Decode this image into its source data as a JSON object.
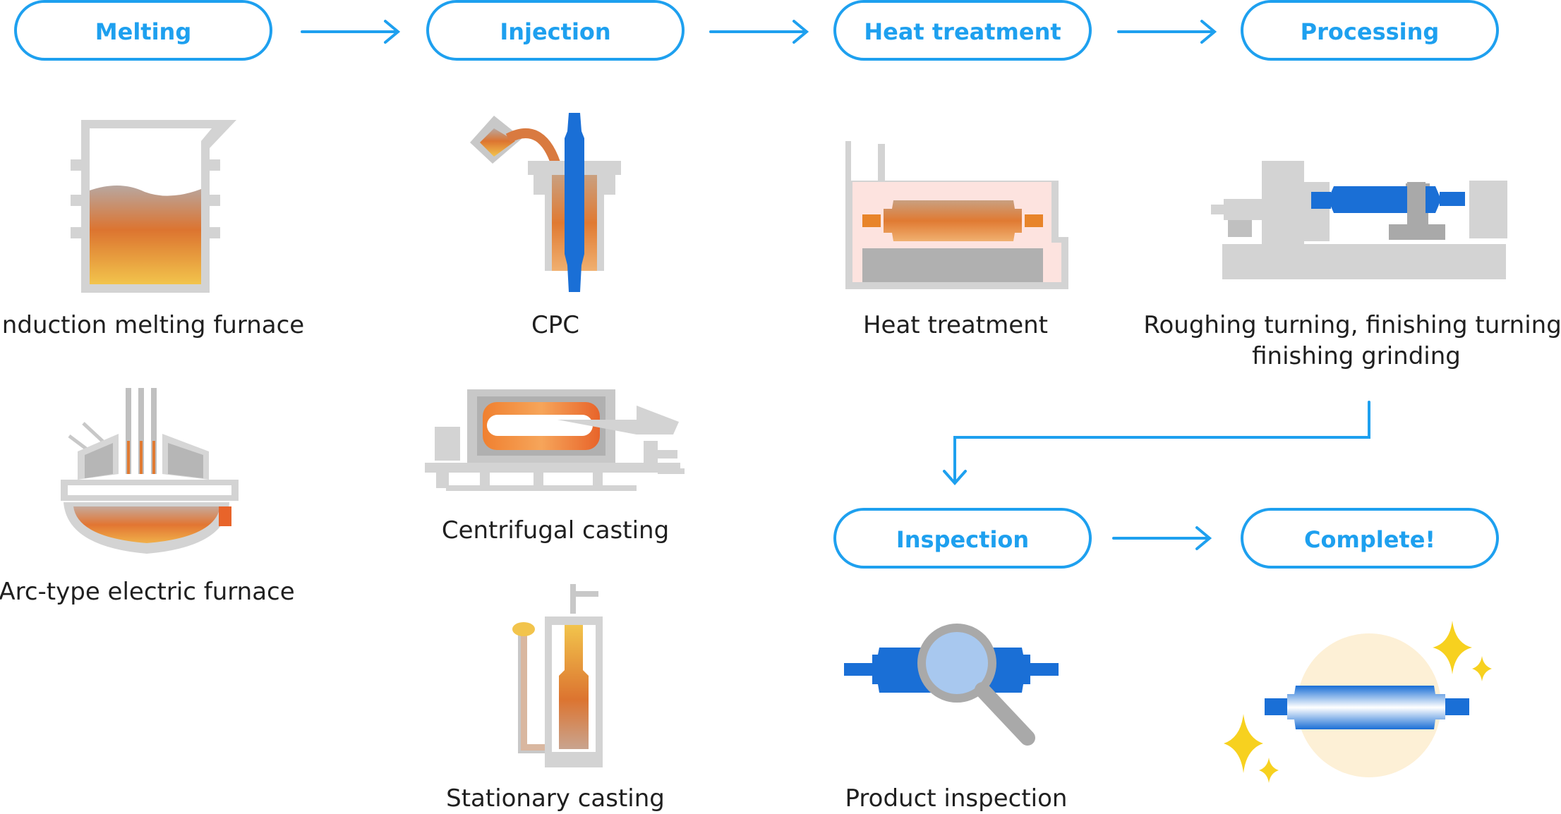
{
  "stages": {
    "melting": "Melting",
    "injection": "Injection",
    "heat_treatment": "Heat treatment",
    "processing": "Processing",
    "inspection": "Inspection",
    "complete": "Complete!"
  },
  "labels": {
    "induction": "Induction melting furnace",
    "arc": "Arc-type electric furnace",
    "cpc": "CPC",
    "centrifugal": "Centrifugal casting",
    "stationary": "Stationary casting",
    "heat_treatment": "Heat treatment",
    "processing_line1": "Roughing turning, finishing turning,",
    "processing_line2": "finishing grinding",
    "inspection": "Product inspection"
  },
  "colors": {
    "accent": "#1ea0ef",
    "roll_blue": "#1a6fd6",
    "molten_top": "#b8a7a0",
    "molten_mid": "#dc7430",
    "molten_bottom": "#f2c44c",
    "machine_gray": "#cfcfcf",
    "dark_gray": "#a9a9a9",
    "furnace_pink": "#fde3df",
    "sparkle": "#f7d11f",
    "glow": "#fdf0d6"
  },
  "icons": [
    "arrow-right-icon",
    "arrow-down-icon",
    "furnace-icon",
    "electrode-icon",
    "roll-icon",
    "magnifier-icon",
    "sparkle-icon"
  ]
}
